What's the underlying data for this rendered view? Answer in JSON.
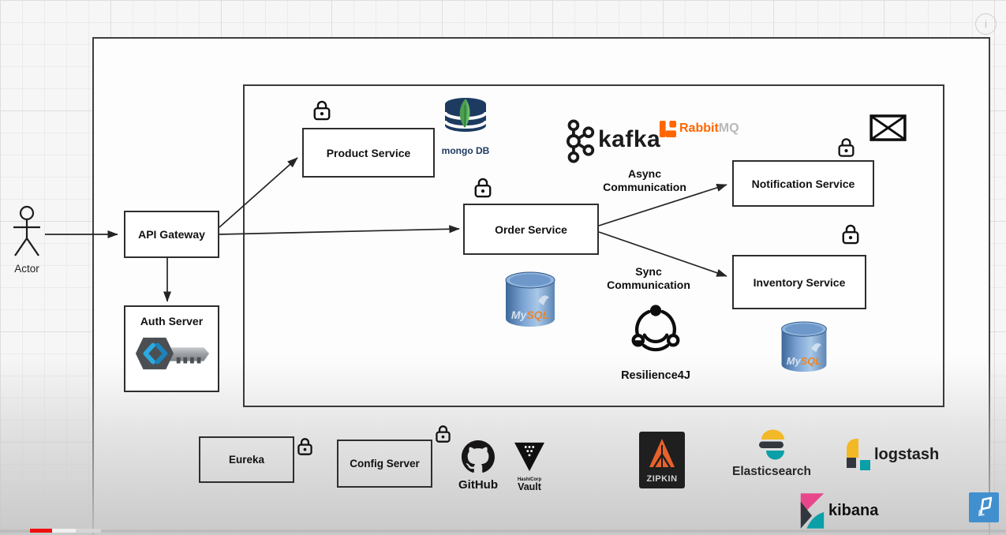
{
  "actor": {
    "label": "Actor"
  },
  "nodes": {
    "api_gateway": {
      "label": "API Gateway"
    },
    "auth_server": {
      "label": "Auth Server"
    },
    "product_service": {
      "label": "Product Service"
    },
    "order_service": {
      "label": "Order Service"
    },
    "notification_service": {
      "label": "Notification Service"
    },
    "inventory_service": {
      "label": "Inventory Service"
    },
    "eureka": {
      "label": "Eureka"
    },
    "config_server": {
      "label": "Config Server"
    }
  },
  "edges": {
    "async": {
      "line1": "Async",
      "line2": "Communication"
    },
    "sync": {
      "line1": "Sync",
      "line2": "Communication"
    }
  },
  "logos": {
    "mongodb": {
      "label": "mongo DB"
    },
    "mysql": {
      "my": "My",
      "sql": "SQL"
    },
    "kafka": {
      "label": "kafka"
    },
    "rabbitmq": {
      "part1": "Rabbit",
      "part2": "MQ"
    },
    "resilience4j": {
      "label": "Resilience4J"
    },
    "github": {
      "label": "GitHub"
    },
    "vault": {
      "company": "HashiCorp",
      "label": "Vault"
    },
    "zipkin": {
      "label": "ZIPKIN"
    },
    "elasticsearch": {
      "label": "Elasticsearch"
    },
    "logstash": {
      "label": "logstash"
    },
    "kibana": {
      "label": "kibana"
    }
  },
  "overlay": {
    "info_icon_glyph": "i"
  },
  "colors": {
    "mongo_navy": "#1d3b61",
    "mongo_green": "#4c9e50",
    "mongo_green_light": "#6cc06b",
    "mysql_blue": "#5d87ba",
    "mysql_orange": "#e8862c",
    "mysql_text_light": "#d7e2ee",
    "rabbit_orange": "#ff6600",
    "rabbit_gray": "#b9b9b9",
    "zipkin_orange": "#e8622c",
    "zipkin_bg": "#1f1f1f",
    "elastic_yellow": "#f3b826",
    "elastic_dark": "#32363e",
    "elastic_teal": "#0b9fa8",
    "kibana_pink": "#e8478b",
    "keycloak_blue": "#29abe2",
    "keycloak_blue_dark": "#1b84bd",
    "brand_blue": "#418fce",
    "progress_red": "#f00f0f",
    "line_dark": "#242424"
  }
}
